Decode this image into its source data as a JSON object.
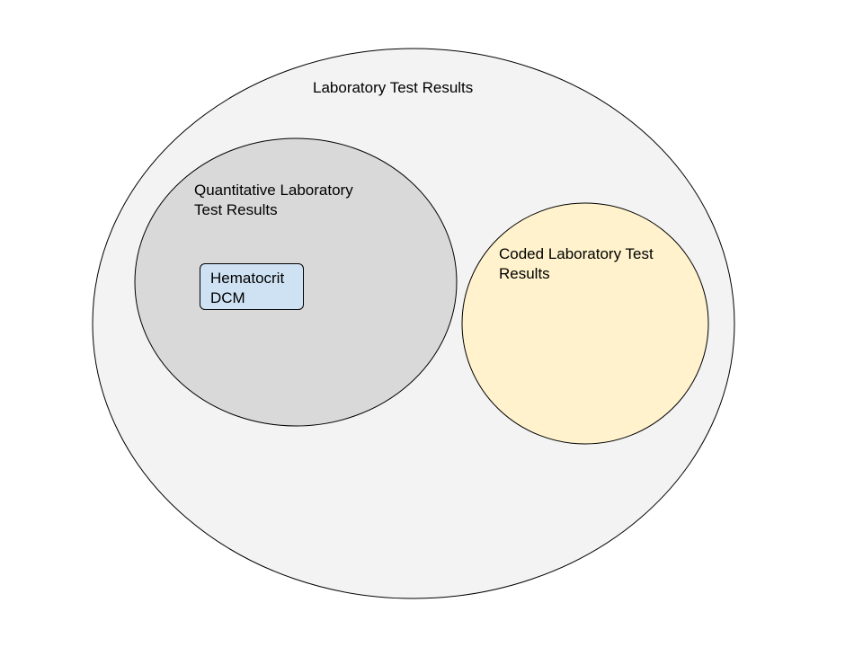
{
  "diagram": {
    "outer_set": {
      "label": "Laboratory Test Results",
      "fill": "#f3f3f3"
    },
    "quantitative_set": {
      "label_line1": "Quantitative Laboratory",
      "label_line2": "Test Results",
      "fill": "#d9d9d9"
    },
    "coded_set": {
      "label_line1": "Coded Laboratory Test",
      "label_line2": "Results",
      "fill": "#fff2cc"
    },
    "hematocrit_box": {
      "label_line1": "Hematocrit",
      "label_line2": "DCM",
      "fill": "#cfe2f3"
    }
  }
}
